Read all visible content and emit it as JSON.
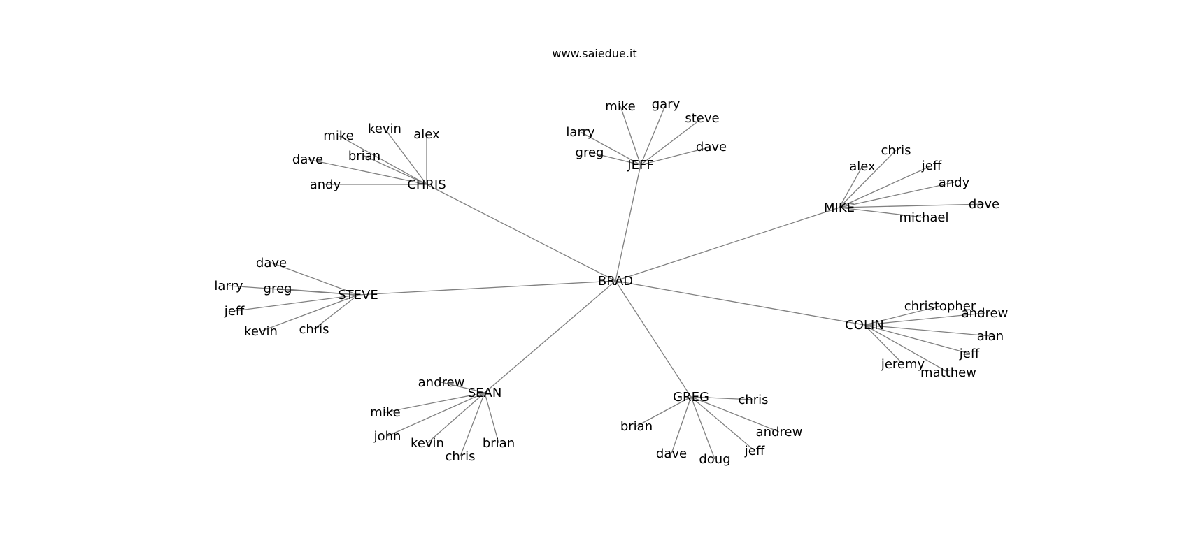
{
  "header": {
    "site": "www.saiedue.it"
  },
  "graph": {
    "center": "BRAD",
    "groups": [
      {
        "hub": "CHRIS",
        "leaves": [
          "kevin",
          "alex",
          "mike",
          "brian",
          "dave",
          "andy"
        ]
      },
      {
        "hub": "JEFF",
        "leaves": [
          "mike",
          "gary",
          "steve",
          "larry",
          "greg",
          "dave"
        ]
      },
      {
        "hub": "MIKE",
        "leaves": [
          "chris",
          "alex",
          "jeff",
          "andy",
          "dave",
          "michael"
        ]
      },
      {
        "hub": "STEVE",
        "leaves": [
          "dave",
          "larry",
          "greg",
          "jeff",
          "kevin",
          "chris"
        ]
      },
      {
        "hub": "COLIN",
        "leaves": [
          "christopher",
          "andrew",
          "alan",
          "jeff",
          "jeremy",
          "matthew"
        ]
      },
      {
        "hub": "SEAN",
        "leaves": [
          "andrew",
          "mike",
          "john",
          "kevin",
          "chris",
          "brian"
        ]
      },
      {
        "hub": "GREG",
        "leaves": [
          "chris",
          "brian",
          "andrew",
          "dave",
          "doug",
          "jeff"
        ]
      }
    ]
  }
}
